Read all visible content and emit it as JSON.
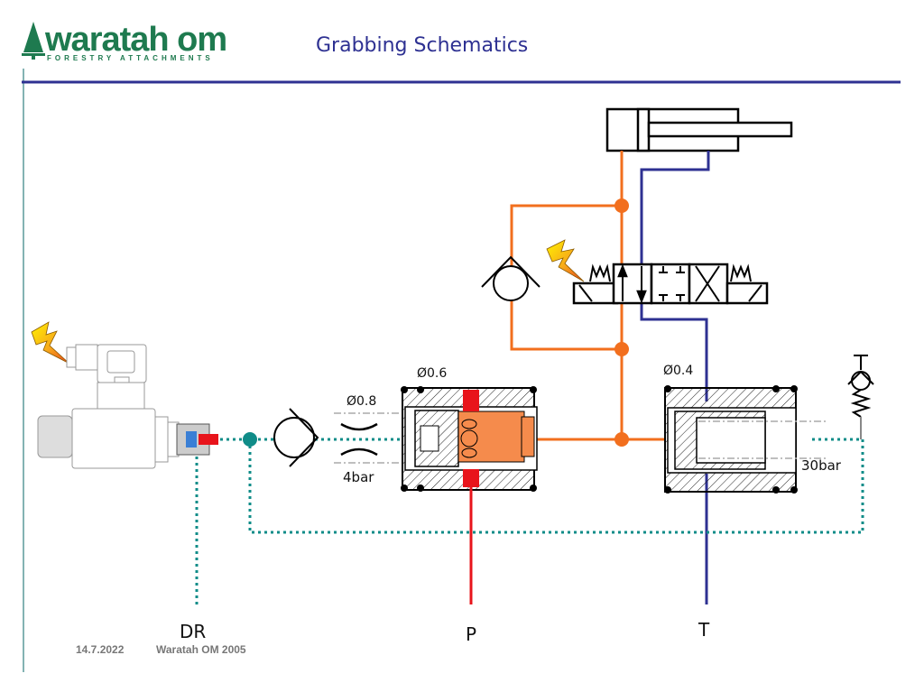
{
  "logo": {
    "brand": "waratah om",
    "tagline": "FORESTRY  ATTACHMENTS"
  },
  "header": {
    "title": "Grabbing Schematics"
  },
  "footer": {
    "date": "14.7.2022",
    "company": "Waratah OM 2005"
  },
  "labels": {
    "orifice_1": "Ø0.8",
    "pressure_1": "4bar",
    "orifice_2": "Ø0.6",
    "orifice_3": "Ø0.4",
    "pressure_2": "30bar",
    "port_dr": "DR",
    "port_p": "P",
    "port_t": "T"
  },
  "colors": {
    "title_blue": "#2e3192",
    "brand_green": "#1e7a4f",
    "pressure_orange": "#f26f1e",
    "tank_blue": "#2e3192",
    "supply_red": "#e8141b",
    "drain_teal": "#0f8c88",
    "valve_fill": "#f58b4c"
  }
}
